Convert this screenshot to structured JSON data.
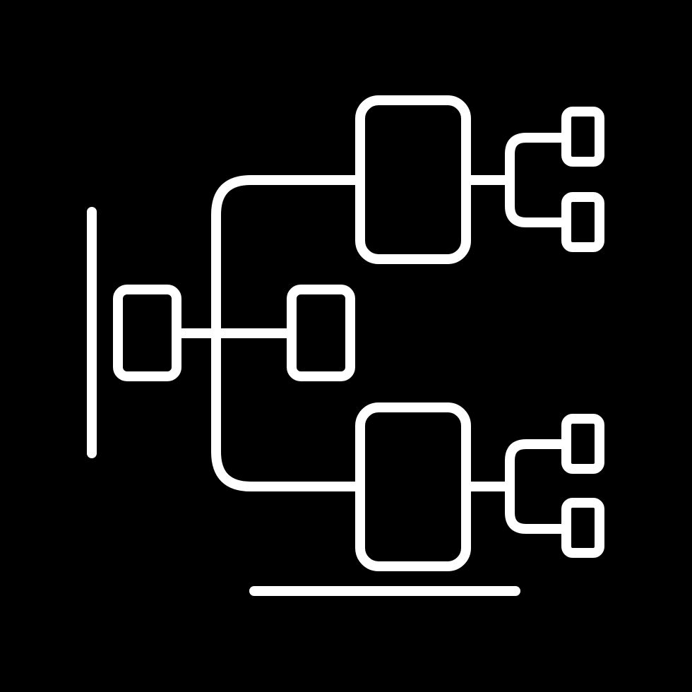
{
  "icon": {
    "name": "hierarchy-structure-icon",
    "background_color": "#000000",
    "stroke_color": "#ffffff",
    "style": "line-art"
  },
  "diagram": {
    "type": "tree",
    "nodes": [
      {
        "id": "root",
        "label": ""
      },
      {
        "id": "mid",
        "label": ""
      },
      {
        "id": "upper-parent",
        "label": ""
      },
      {
        "id": "lower-parent",
        "label": ""
      },
      {
        "id": "upper-child-1",
        "label": ""
      },
      {
        "id": "upper-child-2",
        "label": ""
      },
      {
        "id": "lower-child-1",
        "label": ""
      },
      {
        "id": "lower-child-2",
        "label": ""
      }
    ],
    "edges": [
      [
        "root",
        "mid"
      ],
      [
        "root",
        "upper-parent"
      ],
      [
        "root",
        "lower-parent"
      ],
      [
        "upper-parent",
        "upper-child-1"
      ],
      [
        "upper-parent",
        "upper-child-2"
      ],
      [
        "lower-parent",
        "lower-child-1"
      ],
      [
        "lower-parent",
        "lower-child-2"
      ]
    ]
  }
}
